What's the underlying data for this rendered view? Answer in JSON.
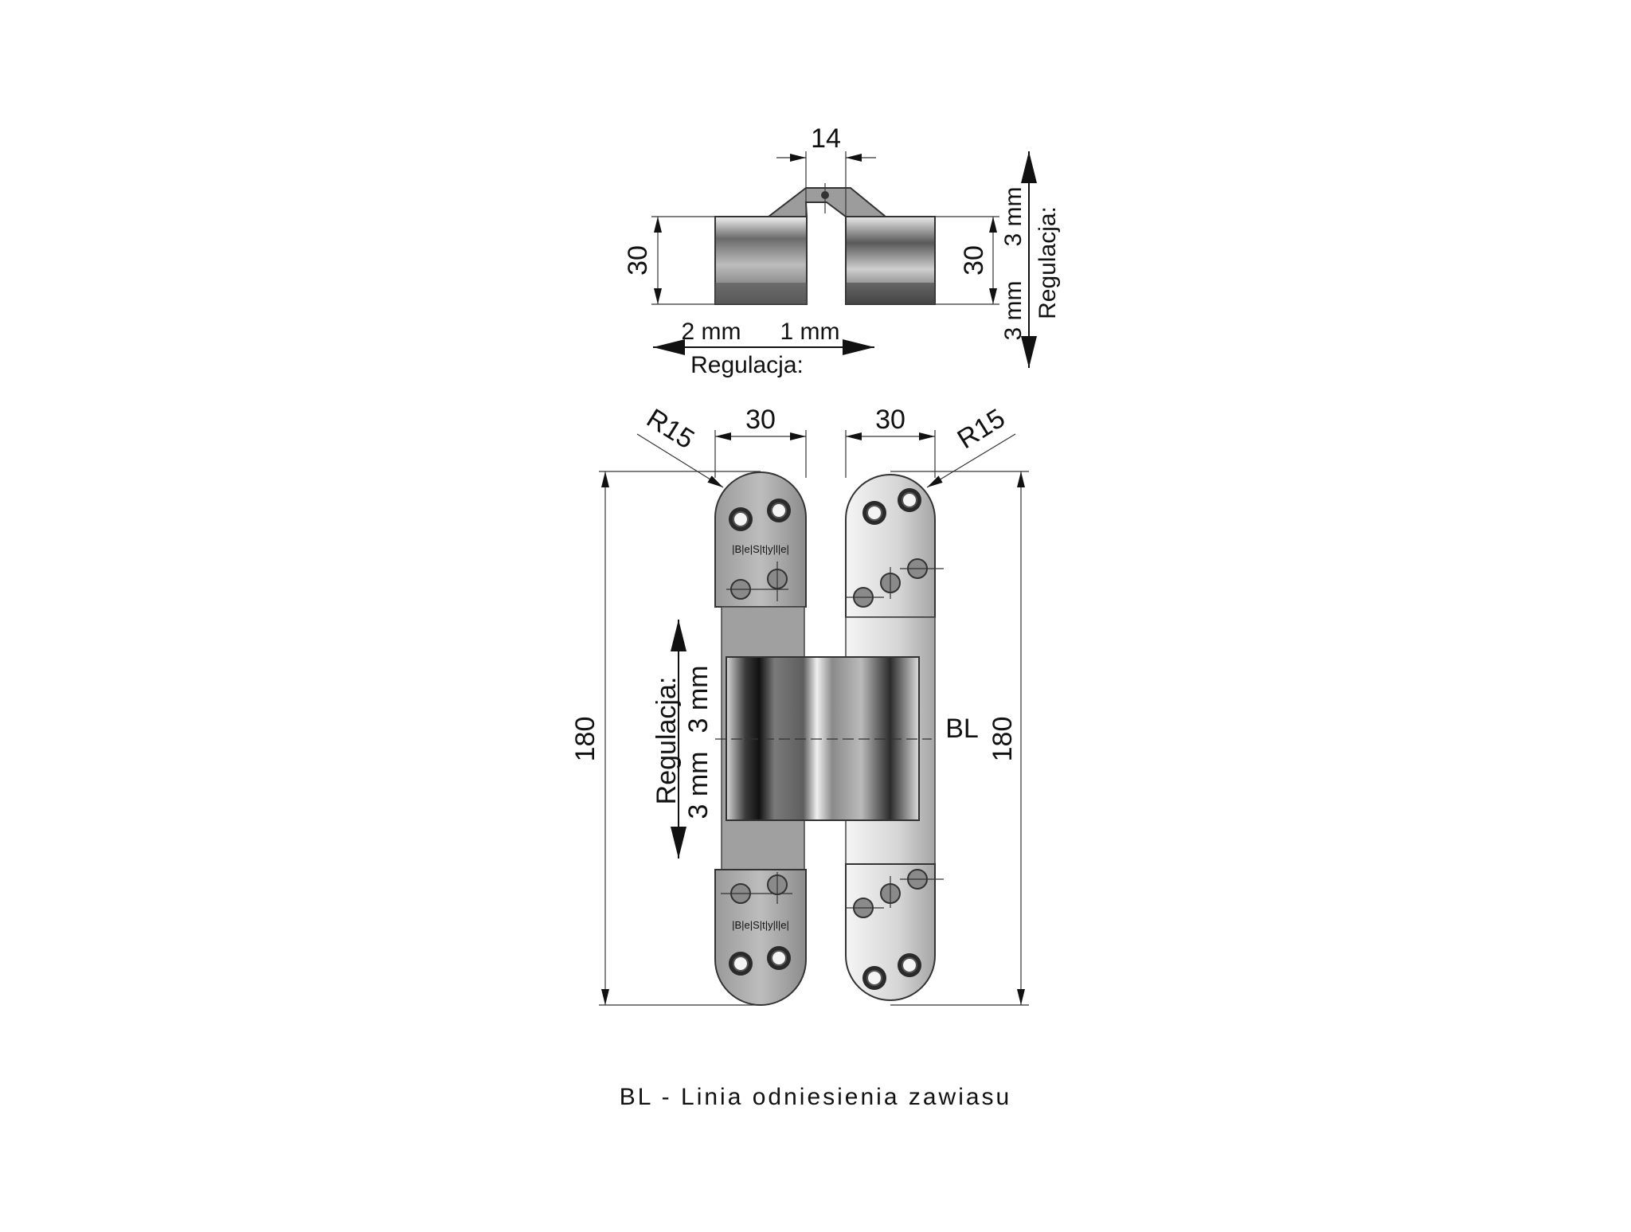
{
  "top_view": {
    "width_label": "14",
    "height_left": "30",
    "height_right": "30",
    "h_adjust": {
      "left": "2 mm",
      "right": "1 mm",
      "title": "Regulacja:"
    },
    "v_adjust": {
      "up": "3 mm",
      "down": "3 mm",
      "title": "Regulacja:"
    }
  },
  "front_view": {
    "left_width": "30",
    "right_width": "30",
    "radius_left": "R15",
    "radius_right": "R15",
    "height_left": "180",
    "height_right": "180",
    "bl_label": "BL",
    "v_adjust": {
      "up": "3 mm",
      "down": "3 mm",
      "title": "Regulacja:"
    },
    "logo_top": "|B|e|S|t|y|l|e|",
    "logo_bottom": "|B|e|S|t|y|l|e|"
  },
  "caption": "BL - Linia odniesienia zawiasu",
  "colors": {
    "line": "#333333",
    "metal_dark": "#1e1e1e",
    "metal_light": "#e8e8e8"
  }
}
